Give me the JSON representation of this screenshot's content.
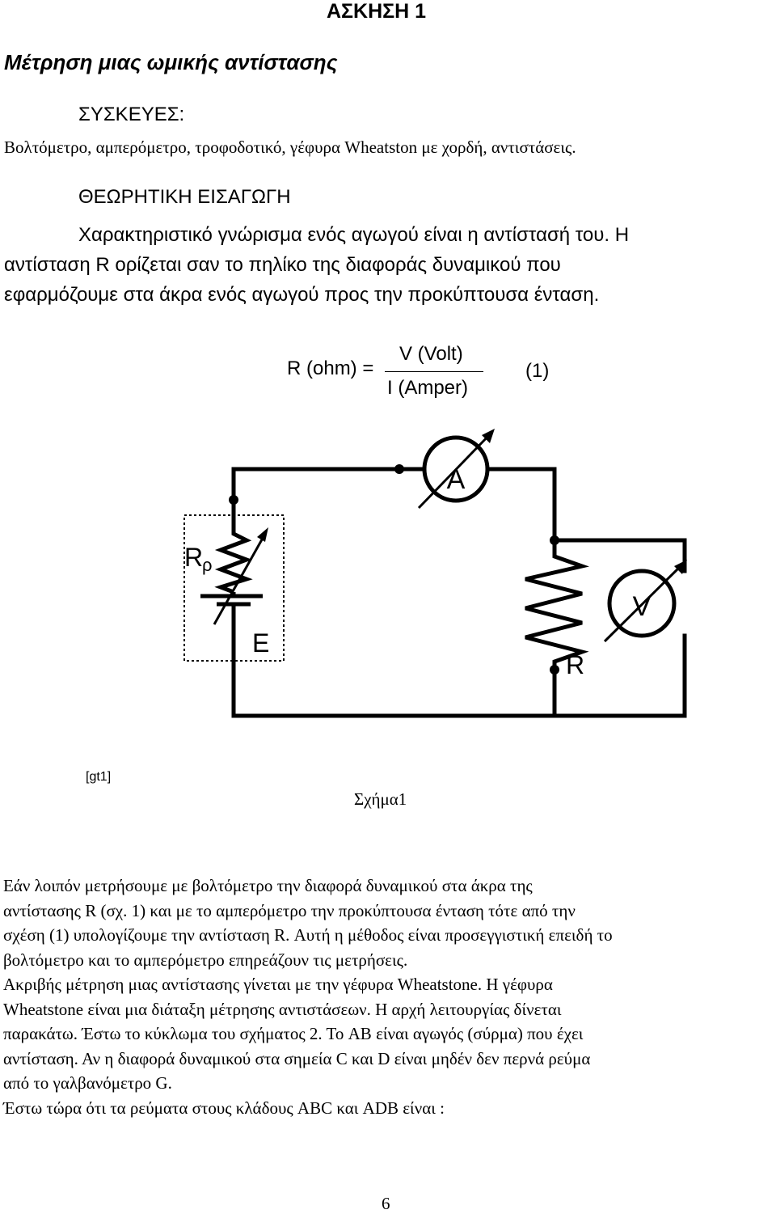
{
  "exercise_title": "ΑΣΚΗΣΗ 1",
  "subtitle": "Μέτρηση μιας ωμικής αντίστασης",
  "equipment": {
    "heading": "ΣΥΣΚΕΥΕΣ:",
    "text": "Βολτόμετρο, αμπερόμετρο, τροφοδοτικό, γέφυρα Wheatston με χορδή, αντιστάσεις."
  },
  "theory": {
    "heading": "ΘΕΩΡΗΤΙΚΗ ΕΙΣΑΓΩΓΗ",
    "line1": "Χαρακτηριστικό γνώρισμα ενός αγωγού είναι η αντίστασή του. Η",
    "line2": "αντίσταση R ορίζεται σαν το πηλίκο της διαφοράς δυναμικού που",
    "line3": "εφαρμόζουμε στα άκρα ενός αγωγού προς την προκύπτουσα ένταση."
  },
  "formula": {
    "lhs": "R (ohm) =",
    "numerator": "V (Volt)",
    "denominator": "I (Amper)",
    "number": "(1)"
  },
  "circuit": {
    "ammeter_label": "A",
    "voltmeter_label": "V",
    "rheostat_label": "R",
    "rheostat_sub": "ρ",
    "source_label": "E",
    "resistor_label": "R"
  },
  "figure": {
    "code": "[gt1]",
    "caption": "Σχήμα1"
  },
  "body": {
    "lines": [
      "Εάν λοιπόν μετρήσουμε με βολτόμετρο την διαφορά δυναμικού στα άκρα της",
      "αντίστασης R (σχ. 1) και με το αμπερόμετρο την προκύπτουσα ένταση τότε από την",
      "σχέση (1) υπολογίζουμε την αντίσταση R. Αυτή η μέθοδος είναι προσεγγιστική επειδή το",
      "βολτόμετρο και το αμπερόμετρο  επηρεάζουν τις μετρήσεις.",
      "Ακριβής μέτρηση μιας αντίστασης γίνεται με την γέφυρα Wheatstone. Η γέφυρα",
      "Wheatstone είναι μια διάταξη μέτρησης αντιστάσεων. Η αρχή λειτουργίας  δίνεται",
      "παρακάτω. Έστω το κύκλωμα του σχήματος 2. Το AB είναι αγωγός (σύρμα) που έχει",
      "αντίσταση. Αν η διαφορά δυναμικού στα σημεία C και D είναι μηδέν δεν περνά ρεύμα",
      "από το γαλβανόμετρο G.",
      "Έστω τώρα ότι τα ρεύματα στους κλάδους ABC και ADB είναι :"
    ]
  },
  "page_number": "6"
}
